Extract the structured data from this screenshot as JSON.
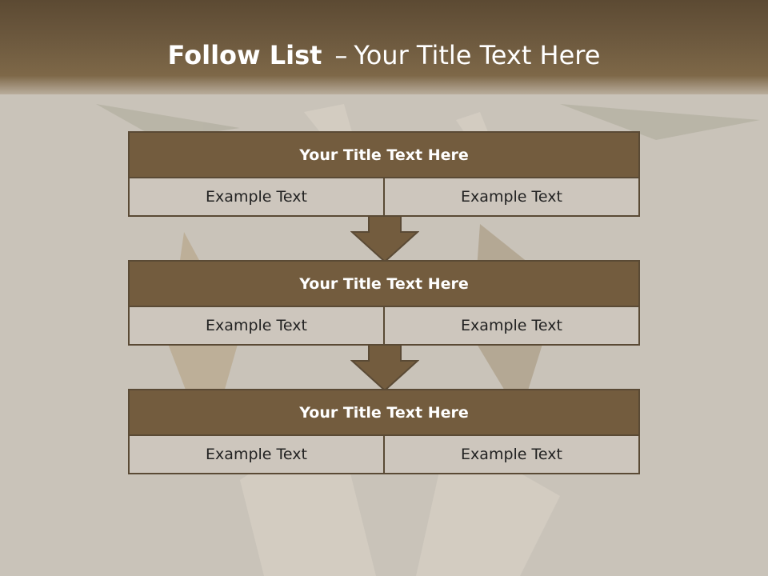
{
  "title": {
    "bold": "Follow List",
    "dash": "–",
    "text": "Your Title Text Here"
  },
  "blocks": [
    {
      "title": "Your Title Text Here",
      "left": "Example Text",
      "right": "Example Text"
    },
    {
      "title": "Your Title Text Here",
      "left": "Example Text",
      "right": "Example Text"
    },
    {
      "title": "Your Title Text Here",
      "left": "Example Text",
      "right": "Example Text"
    }
  ],
  "colors": {
    "header": "#6e5a3f",
    "title_fill": "#735c3e",
    "cell_fill": "#cdc6bd",
    "border": "#5a4a35",
    "background": "#c9c3b9"
  }
}
